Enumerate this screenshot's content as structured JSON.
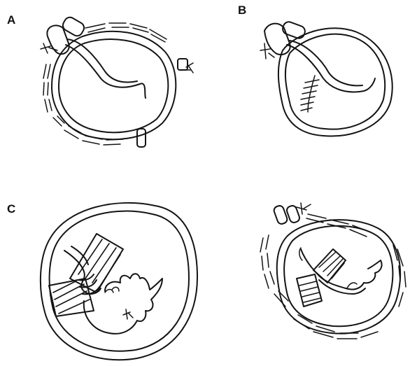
{
  "figure": {
    "panels": [
      {
        "label": "A"
      },
      {
        "label": "B"
      },
      {
        "label": "C"
      },
      {
        "label": ""
      }
    ]
  }
}
